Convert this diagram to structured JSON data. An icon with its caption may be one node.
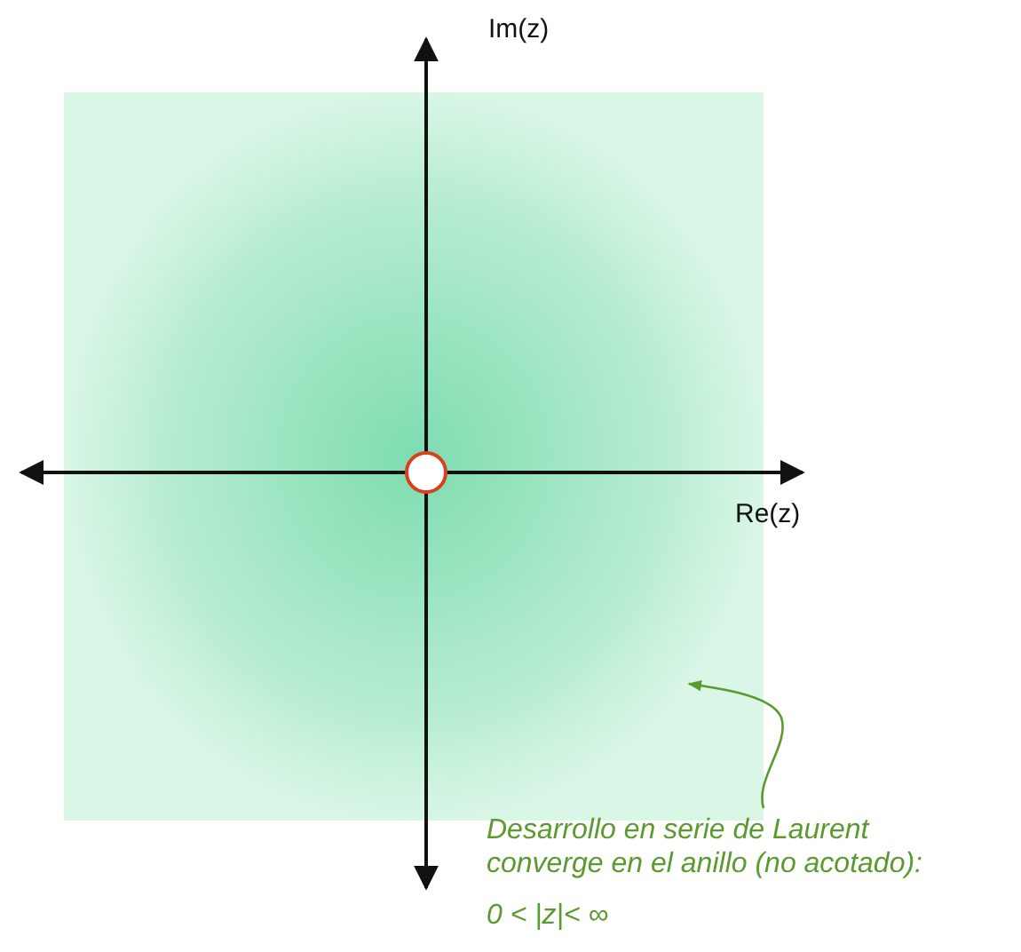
{
  "diagram": {
    "nodes": [
      {
        "text": [],
        "shape": "box"
      },
      {
        "text": [
          "Desarrollo en serie de Laurent converge en el anillo (no acotado):",
          "0 < |z|< ∞"
        ]
      }
    ],
    "edges": [
      {
        "from": 1,
        "to": 0,
        "arrow": "to"
      }
    ],
    "labels": [
      "Im(z)",
      "Re(z)"
    ]
  }
}
